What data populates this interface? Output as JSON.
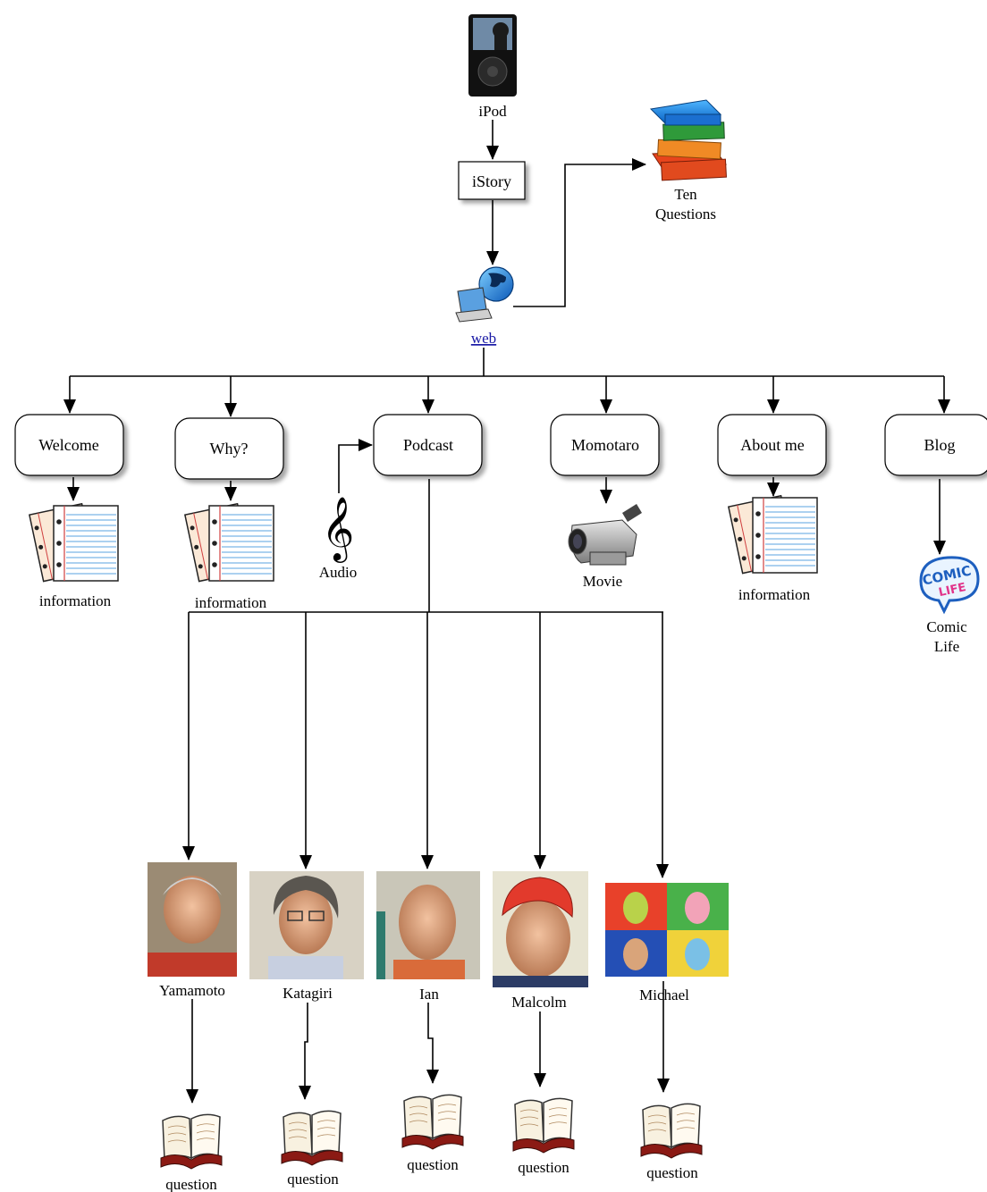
{
  "ipod": {
    "label": "iPod"
  },
  "istory": {
    "label": "iStory"
  },
  "ten_questions": {
    "line1": "Ten",
    "line2": "Questions"
  },
  "web": {
    "label": "web"
  },
  "sections": {
    "welcome": "Welcome",
    "why": "Why?",
    "podcast": "Podcast",
    "momotaro": "Momotaro",
    "about": "About me",
    "blog": "Blog"
  },
  "resources": {
    "welcome_info": "information",
    "why_info": "information",
    "audio": "Audio",
    "movie": "Movie",
    "about_info": "information",
    "comic_line1": "Comic",
    "comic_line2": "Life"
  },
  "people": [
    {
      "name": "Yamamoto",
      "question": "question"
    },
    {
      "name": "Katagiri",
      "question": "question"
    },
    {
      "name": "Ian",
      "question": "question"
    },
    {
      "name": "Malcolm",
      "question": "question"
    },
    {
      "name": "Michael",
      "question": "question"
    }
  ],
  "icons": {
    "ipod": "ipod-icon",
    "books": "books-stack-icon",
    "web": "globe-laptop-icon",
    "document": "document-icon",
    "treble_clef": "treble-clef-icon",
    "camcorder": "camcorder-icon",
    "comic_life": "comic-life-icon",
    "open_book": "open-book-icon",
    "photo": "person-photo-icon"
  }
}
